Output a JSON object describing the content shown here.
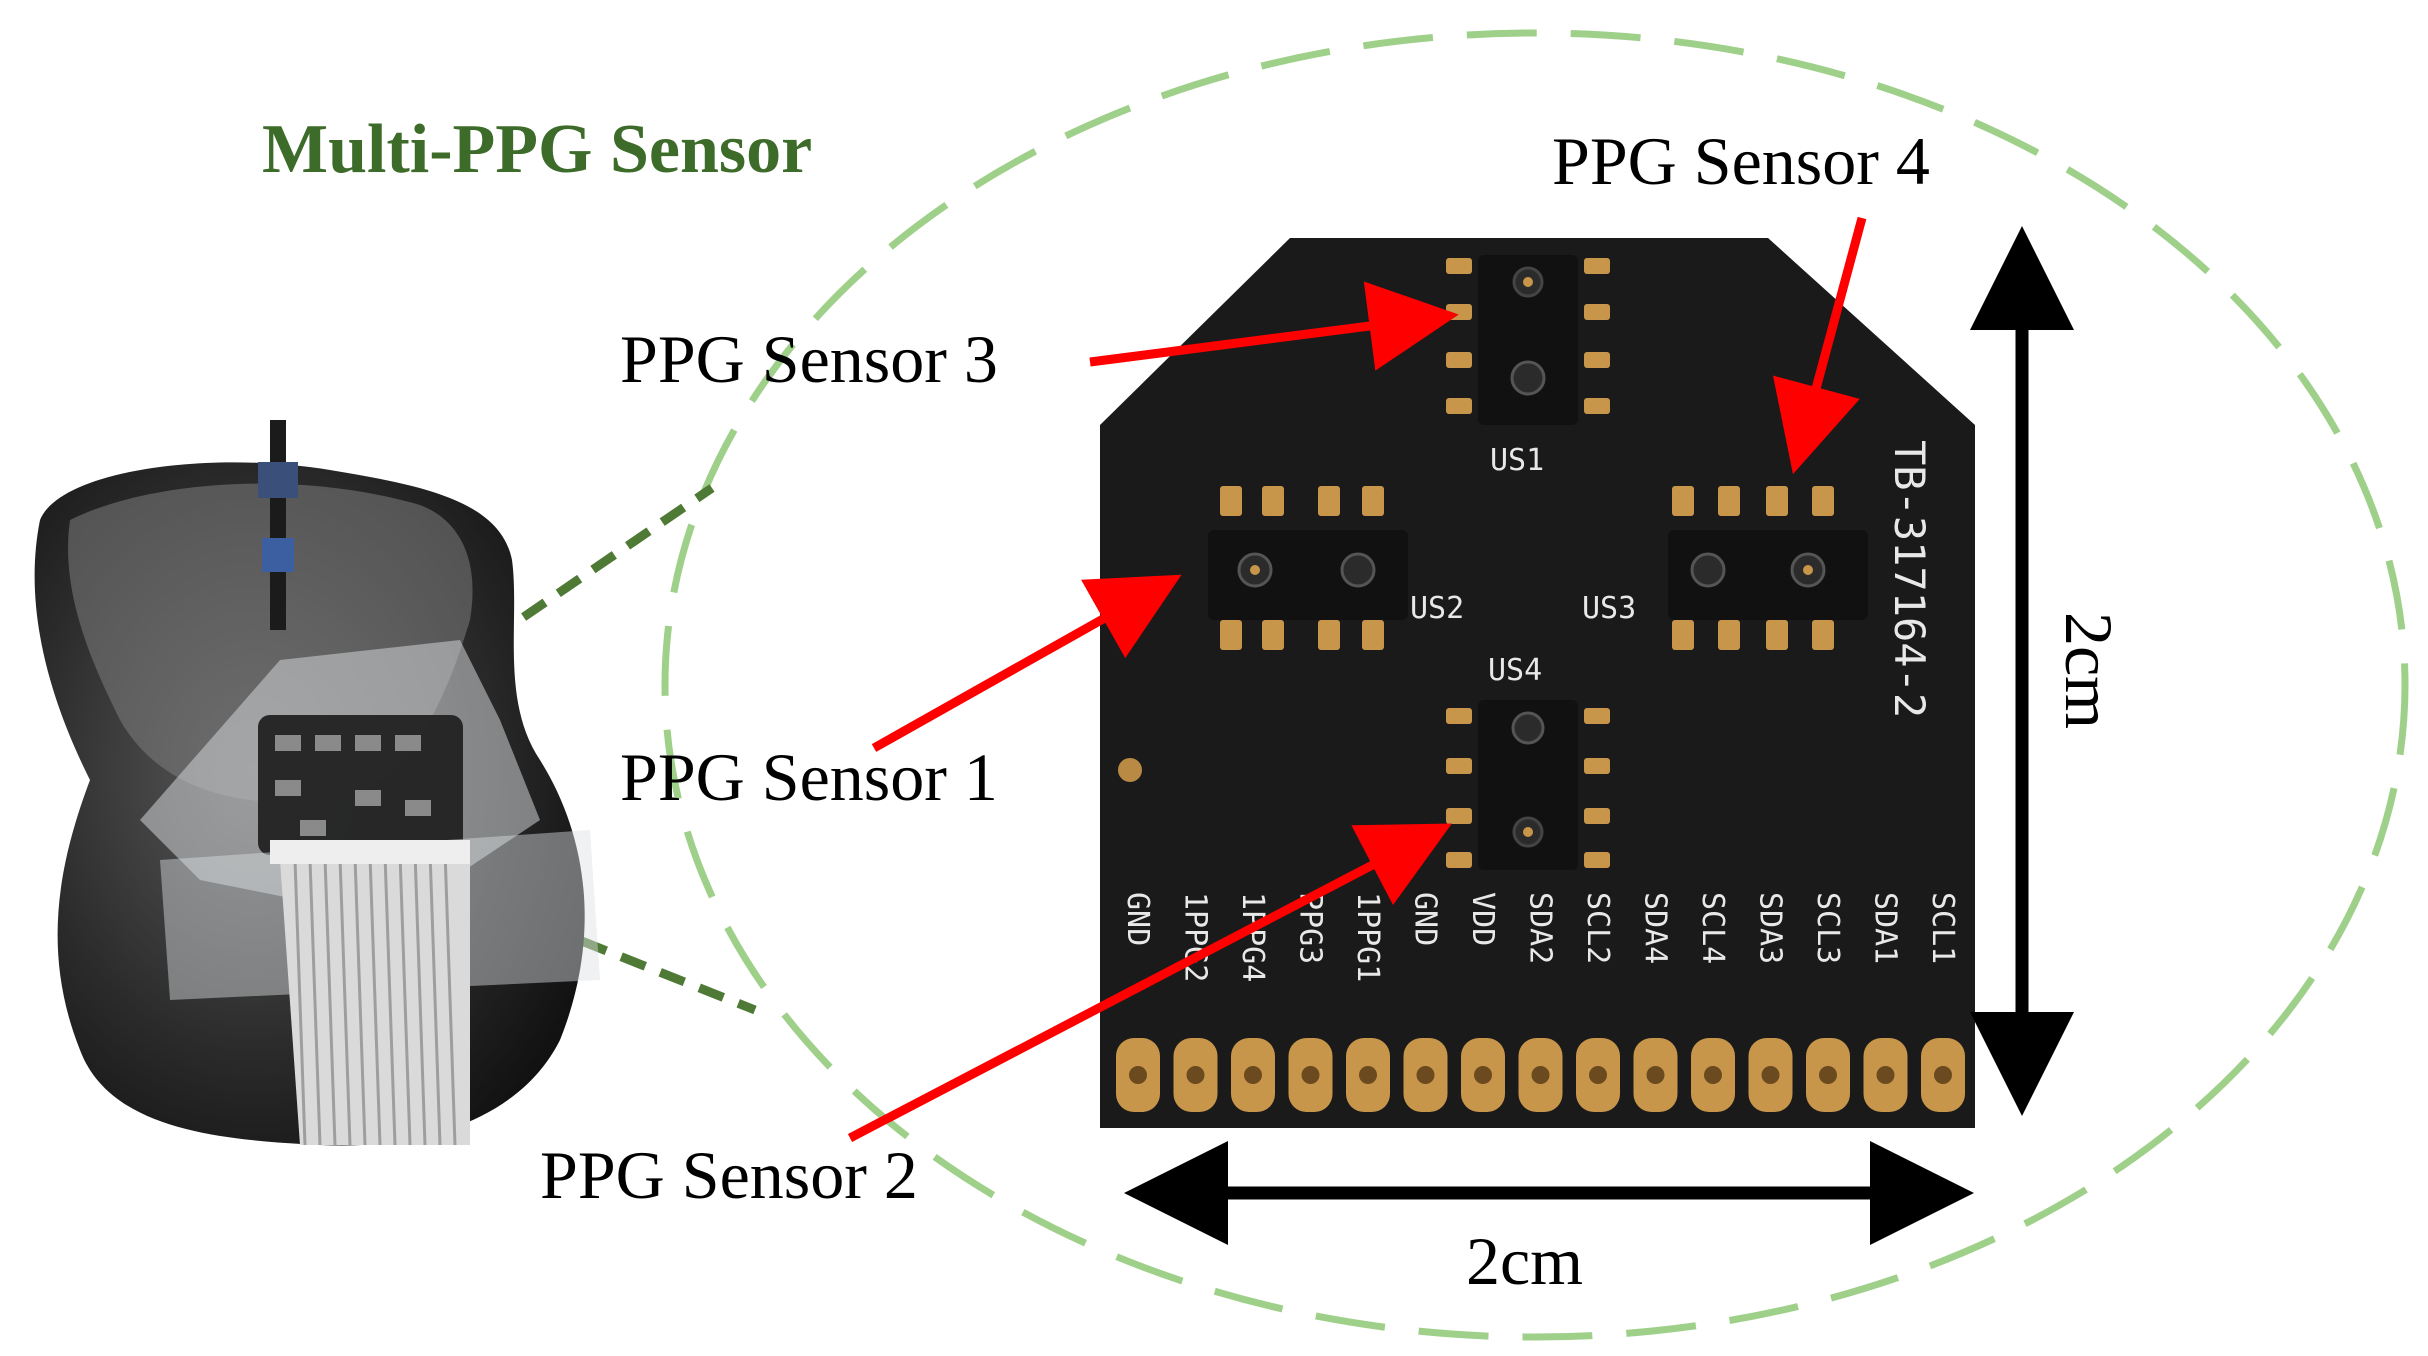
{
  "title": "Multi-PPG Sensor",
  "callouts": {
    "sensor1": "PPG Sensor 1",
    "sensor2": "PPG Sensor 2",
    "sensor3": "PPG Sensor 3",
    "sensor4": "PPG Sensor 4"
  },
  "dimensions": {
    "width": "2cm",
    "height": "2cm"
  },
  "board": {
    "part_number": "TB-317164-2",
    "silkscreen": [
      "US1",
      "US2",
      "US3",
      "US4"
    ],
    "pin_labels": [
      "GND",
      "1PPG2",
      "1PPG4",
      "PPG3",
      "1PPG1",
      "GND",
      "VDD",
      "SDA2",
      "SCL2",
      "SDA4",
      "SCL4",
      "SDA3",
      "SCL3",
      "SDA1",
      "SCL1"
    ]
  },
  "colors": {
    "title": "#3d6b2a",
    "ellipse": "#9fd08a",
    "connector": "#4f7a35",
    "arrow": "#ff0000",
    "pcb": "#1a1a1a",
    "pad": "#c8964a"
  }
}
